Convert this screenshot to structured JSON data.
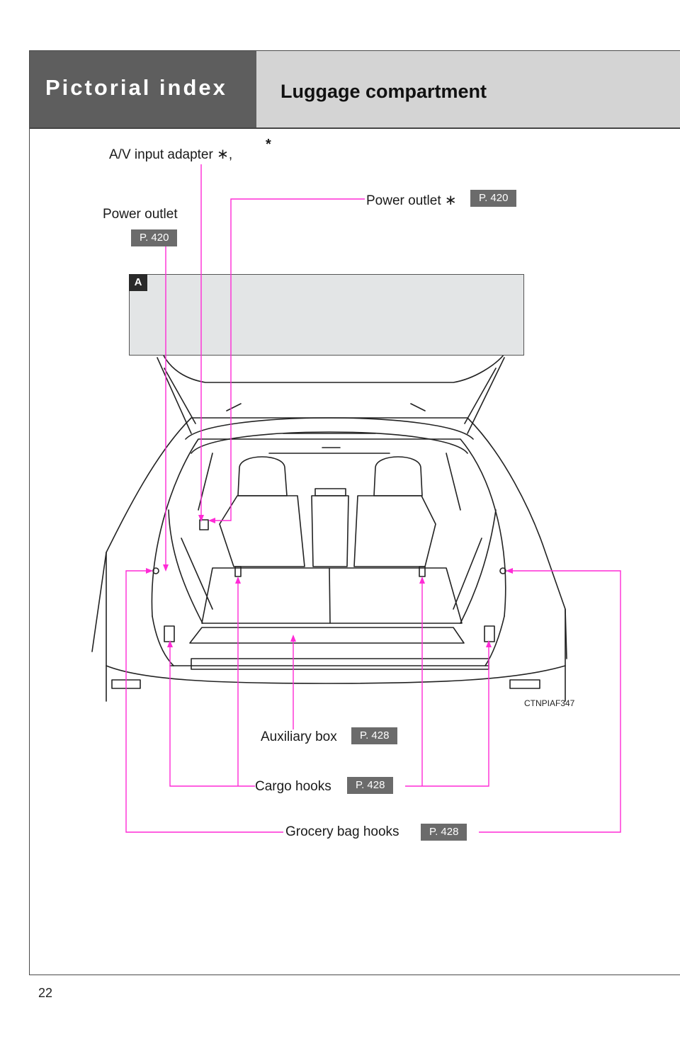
{
  "header": {
    "section": "Pictorial index",
    "title": "Luggage compartment"
  },
  "labels": {
    "av_adapter": "A/V input adapter",
    "av_sep": ",",
    "power_outlet_left": "Power outlet",
    "power_outlet_left_page": "P. 420",
    "power_outlet_right": "Power outlet",
    "power_outlet_right_page": "P. 420",
    "auxiliary_box": "Auxiliary box",
    "auxiliary_box_page": "P. 428",
    "cargo_hooks": "Cargo hooks",
    "cargo_hooks_page": "P. 428",
    "grocery_bag_hooks": "Grocery bag hooks",
    "grocery_bag_hooks_page": "P. 428"
  },
  "symbols": {
    "asterisk": "∗",
    "superscript_star": "*"
  },
  "figure": {
    "badge": "A",
    "code": "CTNPIAF347"
  },
  "page_number": "22",
  "colors": {
    "leader": "#ff2bd6",
    "header_dark": "#5e5e5e",
    "header_light": "#d4d4d4",
    "page_badge": "#6b6b6b"
  }
}
